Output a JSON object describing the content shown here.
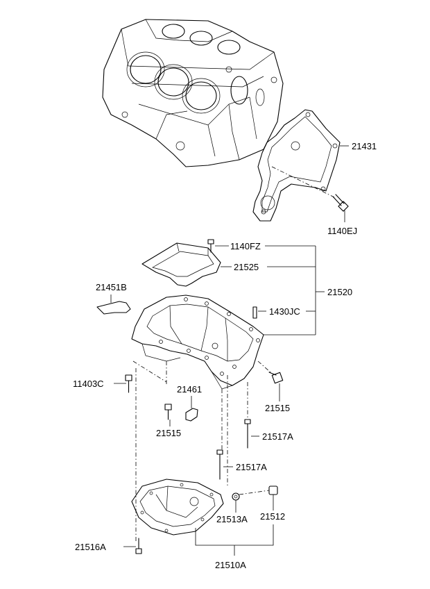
{
  "parts": {
    "p21431": "21431",
    "p1140EJ": "1140EJ",
    "p1140FZ": "1140FZ",
    "p21525": "21525",
    "p21520": "21520",
    "p21451B": "21451B",
    "p1430JC": "1430JC",
    "p11403C": "11403C",
    "p21461": "21461",
    "p21515a": "21515",
    "p21515b": "21515",
    "p21517Aa": "21517A",
    "p21517Ab": "21517A",
    "p21513A": "21513A",
    "p21512": "21512",
    "p21516A": "21516A",
    "p21510A": "21510A"
  }
}
